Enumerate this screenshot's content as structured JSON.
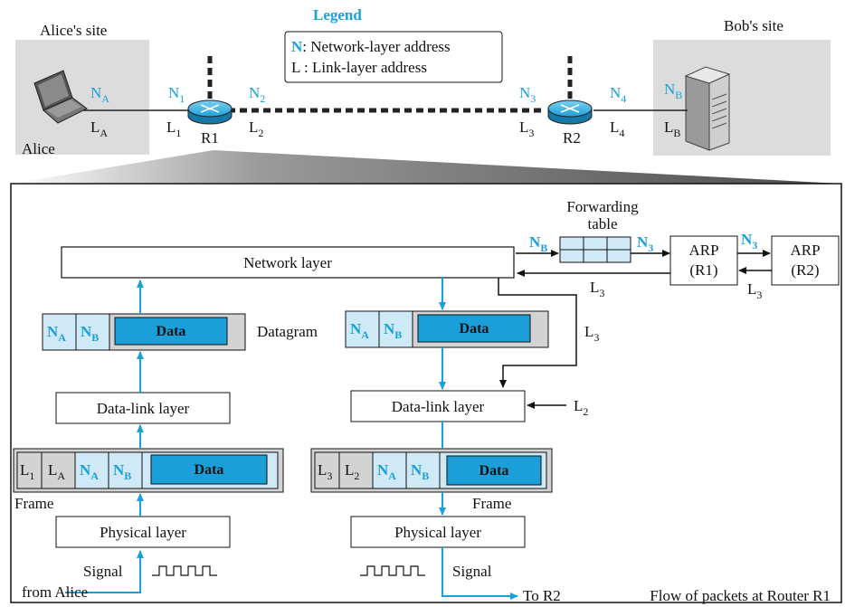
{
  "top": {
    "alice_site": "Alice's site",
    "bob_site": "Bob's site",
    "alice": "Alice",
    "legend_title": "Legend",
    "legend_n_key": "N",
    "legend_n_text": ": Network-layer address",
    "legend_l_text": "L : Link-layer address",
    "routers": [
      "R1",
      "R2"
    ],
    "addr": {
      "NA": {
        "base": "N",
        "sub": "A"
      },
      "LA": {
        "base": "L",
        "sub": "A"
      },
      "N1": {
        "base": "N",
        "sub": "1"
      },
      "L1": {
        "base": "L",
        "sub": "1"
      },
      "N2": {
        "base": "N",
        "sub": "2"
      },
      "L2": {
        "base": "L",
        "sub": "2"
      },
      "N3": {
        "base": "N",
        "sub": "3"
      },
      "L3": {
        "base": "L",
        "sub": "3"
      },
      "N4": {
        "base": "N",
        "sub": "4"
      },
      "L4": {
        "base": "L",
        "sub": "4"
      },
      "NB": {
        "base": "N",
        "sub": "B"
      },
      "LB": {
        "base": "L",
        "sub": "B"
      }
    }
  },
  "detail": {
    "network_layer": "Network layer",
    "data_link_layer": "Data-link layer",
    "physical_layer": "Physical layer",
    "data": "Data",
    "datagram": "Datagram",
    "frame": "Frame",
    "signal": "Signal",
    "from_alice": "from Alice",
    "to_r2": "To R2",
    "forwarding_table_line1": "Forwarding",
    "forwarding_table_line2": "table",
    "arp_r1": [
      "ARP",
      "(R1)"
    ],
    "arp_r2": [
      "ARP",
      "(R2)"
    ],
    "caption": "Flow of packets at Router R1"
  },
  "colors": {
    "accent_blue": "#1a9fd8",
    "light_blue": "#cfe9f6",
    "gray_panel": "#dcdcdc",
    "gray_frame": "#d3d3d3"
  }
}
